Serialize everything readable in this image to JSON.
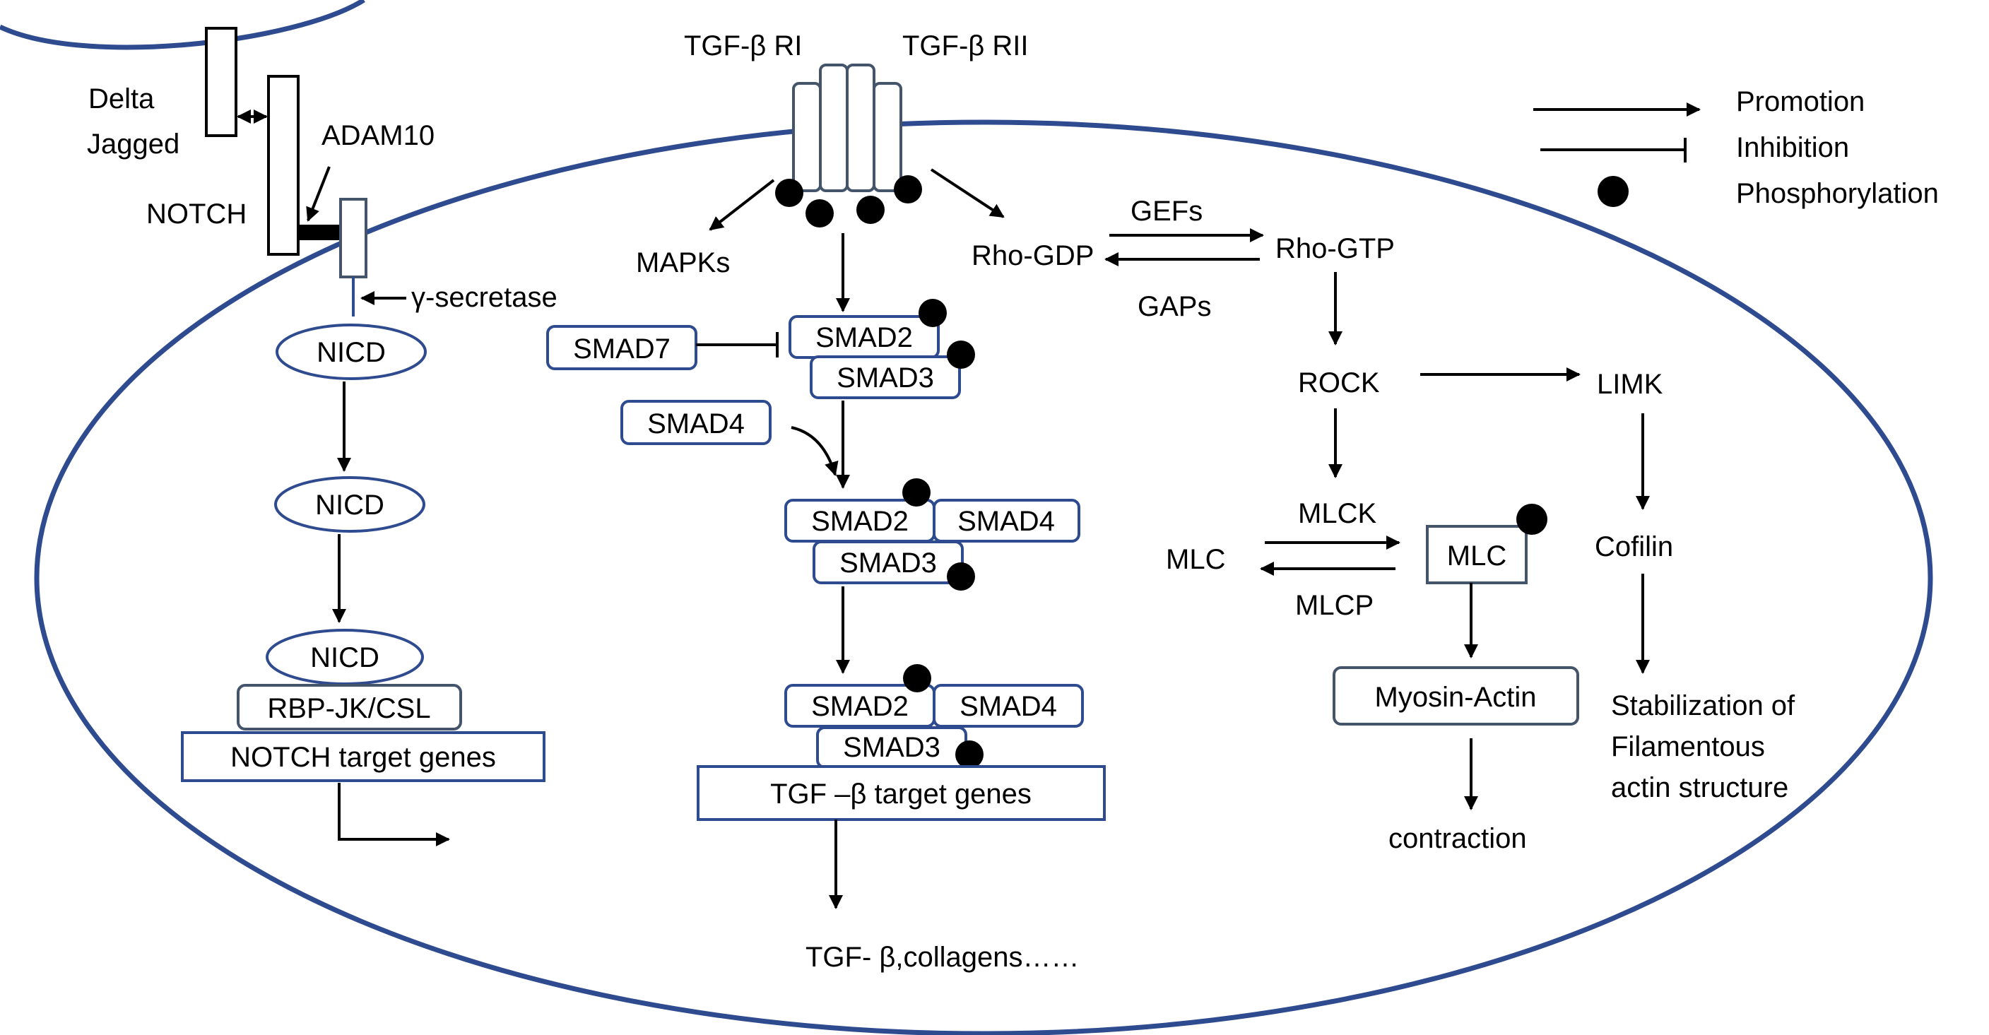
{
  "notch": {
    "delta": "Delta",
    "jagged": "Jagged",
    "adam10": "ADAM10",
    "notch": "NOTCH",
    "gamma_secretase": "γ-secretase",
    "nicd1": "NICD",
    "nicd2": "NICD",
    "nicd3": "NICD",
    "rbp": "RBP-JK/CSL",
    "target_genes": "NOTCH target genes"
  },
  "tgf": {
    "ri": "TGF-β RI",
    "rii": "TGF-β RII",
    "mapks": "MAPKs",
    "smad7": "SMAD7",
    "smad4_free": "SMAD4",
    "c1_smad2": "SMAD2",
    "c1_smad3": "SMAD3",
    "c2_smad2": "SMAD2",
    "c2_smad4": "SMAD4",
    "c2_smad3": "SMAD3",
    "c3_smad2": "SMAD2",
    "c3_smad4": "SMAD4",
    "c3_smad3": "SMAD3",
    "target_genes": "TGF –β target genes",
    "products": "TGF- β,collagens……"
  },
  "rho": {
    "rho_gdp": "Rho-GDP",
    "rho_gtp": "Rho-GTP",
    "gefs": "GEFs",
    "gaps": "GAPs",
    "rock": "ROCK",
    "limk": "LIMK",
    "mlck": "MLCK",
    "mlc_free": "MLC",
    "mlc_box": "MLC",
    "mlcp": "MLCP",
    "cofilin": "Cofilin",
    "myosin_actin": "Myosin-Actin",
    "contraction": "contraction",
    "stab_1": "Stabilization of",
    "stab_2": "Filamentous",
    "stab_3": "actin structure"
  },
  "legend": {
    "promotion": "Promotion",
    "inhibition": "Inhibition",
    "phosphorylation": "Phosphorylation"
  },
  "colors": {
    "membrane": "#2f4b8f",
    "box_border": "#2f4b8f",
    "gray_border": "#44546a",
    "text": "#000000",
    "phospho_dot": "#000000"
  }
}
